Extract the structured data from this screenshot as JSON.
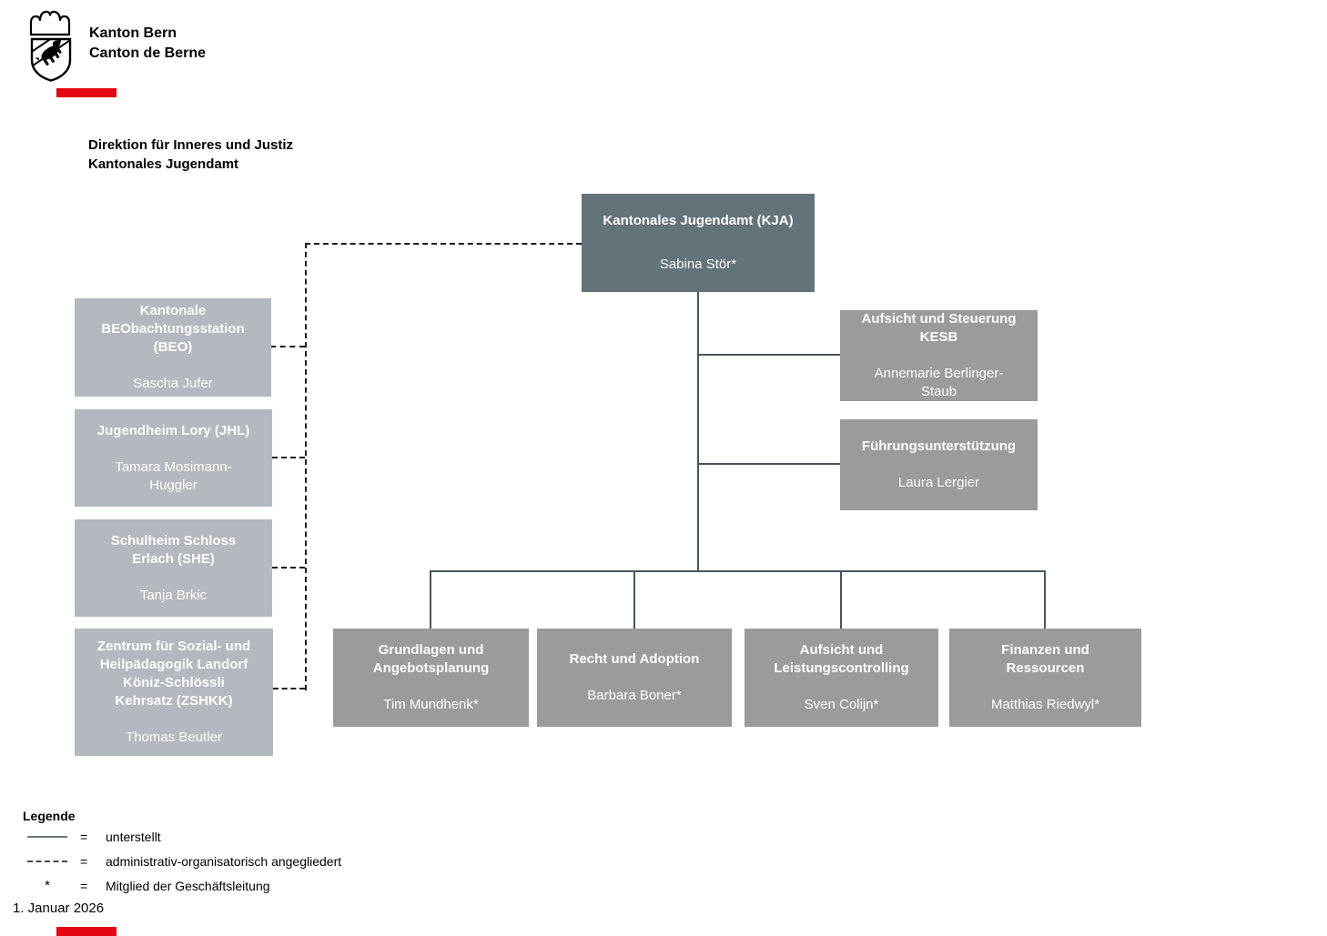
{
  "colors": {
    "accent_red": "#e30613",
    "box_dark": "#64727a",
    "box_medium": "#9b9b9b",
    "box_light": "#b3b9be",
    "line_solid": "#47565f",
    "line_dashed": "#1c1c1c"
  },
  "header": {
    "wordmark_line1": "Kanton Bern",
    "wordmark_line2": "Canton de Berne",
    "title_line1": "Direktion für Inneres und Justiz",
    "title_line2": "Kantonales Jugendamt",
    "logo": "bern-coat-of-arms"
  },
  "org": {
    "root": {
      "title": "Kantonales Jugendamt (KJA)",
      "name": "Sabina Stör*"
    },
    "staff_units": [
      {
        "title": "Aufsicht und Steuerung\nKESB",
        "name": "Annemarie Berlinger-\nStaub"
      },
      {
        "title": "Führungsunterstützung",
        "name": "Laura Lergier"
      }
    ],
    "affiliated_units": [
      {
        "title": "Kantonale\nBEObachtungsstation\n(BEO)",
        "name": "Sascha Jufer"
      },
      {
        "title": "Jugendheim Lory (JHL)",
        "name": "Tamara Mosimann-\nHuggler"
      },
      {
        "title": "Schulheim Schloss\nErlach (SHE)",
        "name": "Tanja Brkic"
      },
      {
        "title": "Zentrum für Sozial- und\nHeilpädagogik Landorf\nKöniz-Schlössli\nKehrsatz (ZSHKK)",
        "name": "Thomas Beutler"
      }
    ],
    "departments": [
      {
        "title": "Grundlagen und\nAngebotsplanung",
        "name": "Tim Mundhenk*"
      },
      {
        "title": "Recht und Adoption",
        "name": "Barbara Boner*"
      },
      {
        "title": "Aufsicht und\nLeistungscontrolling",
        "name": "Sven Colijn*"
      },
      {
        "title": "Finanzen und\nRessourcen",
        "name": "Matthias Riedwyl*"
      }
    ]
  },
  "legend": {
    "title": "Legende",
    "equals": "=",
    "asterisk": "*",
    "rows": [
      {
        "text": "unterstellt"
      },
      {
        "text": "administrativ-organisatorisch angegliedert"
      },
      {
        "text": "Mitglied der Geschäftsleitung"
      }
    ]
  },
  "footer": {
    "date": "1. Januar 2026"
  }
}
